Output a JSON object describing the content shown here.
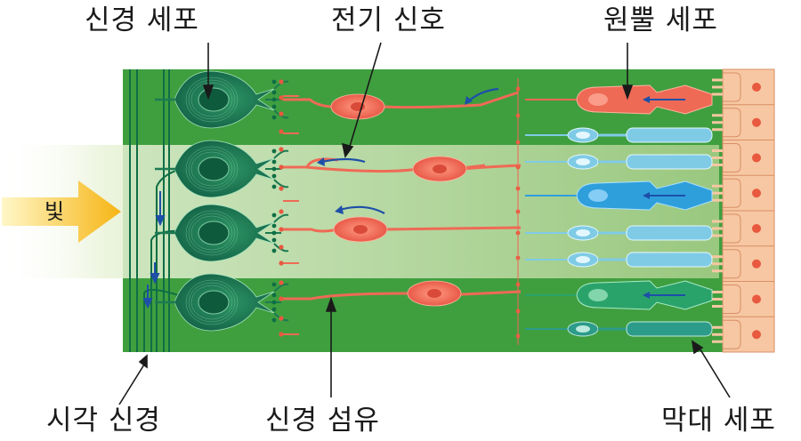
{
  "labels": {
    "nerve_cell": "신경 세포",
    "electric_signal": "전기 신호",
    "cone_cell": "원뿔 세포",
    "light": "빛",
    "optic_nerve": "시각 신경",
    "nerve_fiber": "신경 섬유",
    "rod_cell": "막대 세포"
  },
  "colors": {
    "retina_green": "#3f9f3f",
    "light_band": "#c5dd9c",
    "ganglion_cell": "#1d7a52",
    "bipolar_cell": "#ef6a55",
    "red_cone": "#ee6a55",
    "blue_cone": "#2f9fdc",
    "green_cone": "#2aa36a",
    "rod": "#7fcbe6",
    "pigment_epithelium": "#f6c7a2",
    "arrow_blue": "#1d4fa8",
    "light_arrow": "#f6c21a"
  }
}
